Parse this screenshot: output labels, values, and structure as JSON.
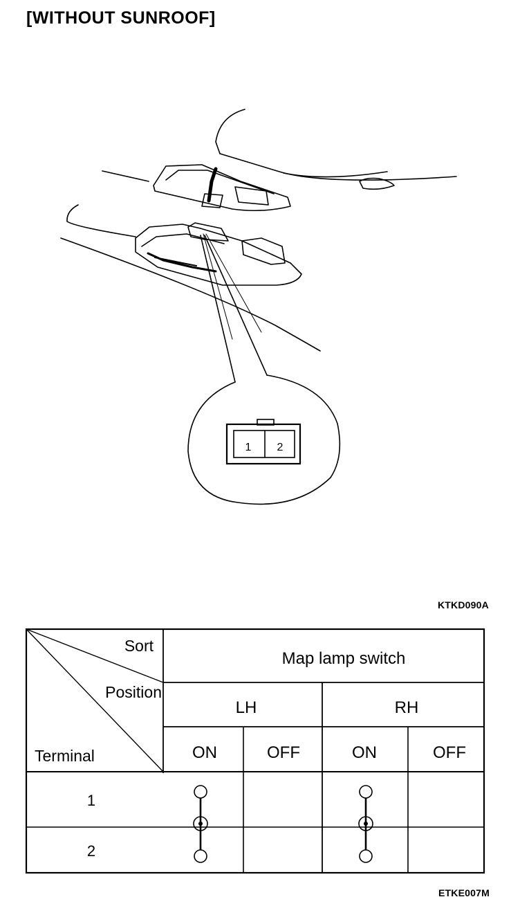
{
  "heading": "[WITHOUT SUNROOF]",
  "connector": {
    "pins": [
      "1",
      "2"
    ]
  },
  "figure_code_top": "KTKD090A",
  "figure_code_bottom": "ETKE007M",
  "table": {
    "corner": {
      "sort": "Sort",
      "position": "Position",
      "terminal": "Terminal"
    },
    "title": "Map lamp switch",
    "groups": [
      {
        "label": "LH",
        "columns": [
          "ON",
          "OFF"
        ]
      },
      {
        "label": "RH",
        "columns": [
          "ON",
          "OFF"
        ]
      }
    ],
    "rows": [
      "1",
      "2"
    ],
    "continuity": [
      {
        "group": "LH",
        "position": "ON",
        "terminals": [
          "1",
          "2"
        ]
      },
      {
        "group": "RH",
        "position": "ON",
        "terminals": [
          "1",
          "2"
        ]
      }
    ]
  }
}
